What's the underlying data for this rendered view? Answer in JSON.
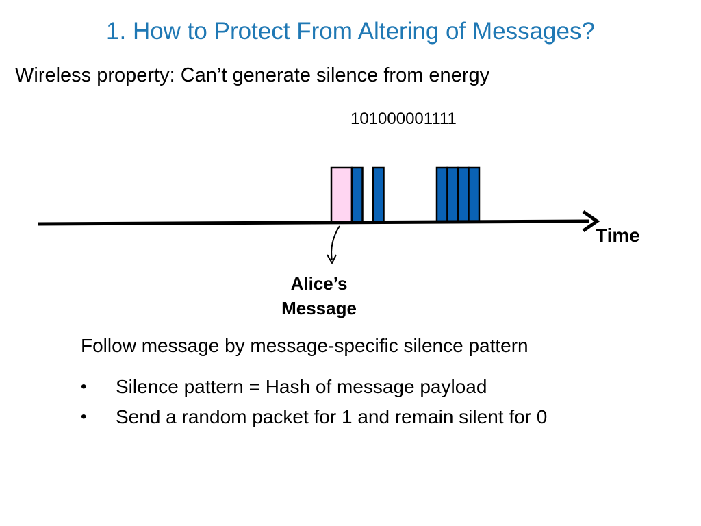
{
  "slide": {
    "title": "1. How to Protect From Altering of Messages?",
    "subtitle": "Wireless property: Can’t generate silence from energy",
    "bit_string": "101000001111"
  },
  "diagram": {
    "axis_label": "Time",
    "callout_label_line1": "Alice’s",
    "callout_label_line2": "Message",
    "message_fill": "#ffd6f2",
    "packet_fill": "#0a62b5",
    "bits": [
      1,
      0,
      1,
      0,
      0,
      0,
      0,
      0,
      1,
      1,
      1,
      1
    ]
  },
  "body": {
    "lead": "Follow message by message-specific silence pattern",
    "bullets": [
      "Silence pattern = Hash of message payload",
      "Send a random packet for 1 and remain silent for 0"
    ],
    "bullet_symbol": "•"
  }
}
